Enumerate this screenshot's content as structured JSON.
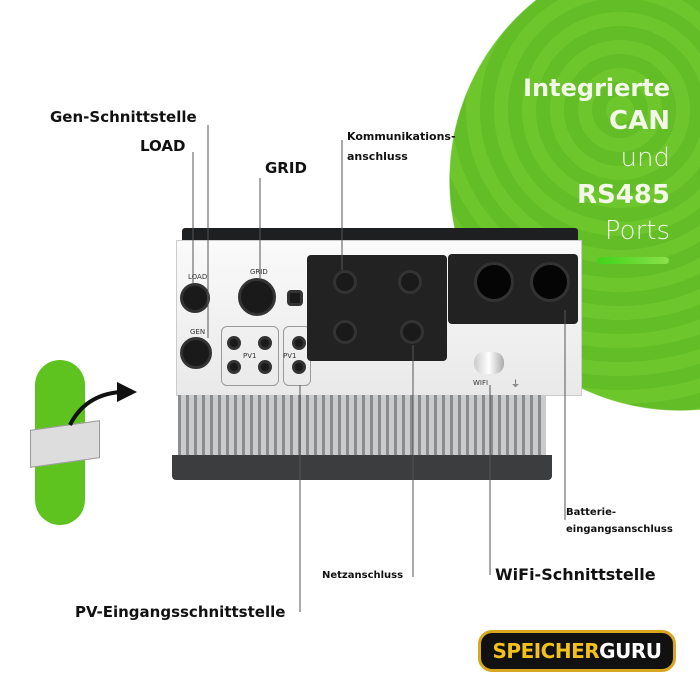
{
  "headline": {
    "line1": "Integrierte",
    "line2": "CAN",
    "line3": "und",
    "line4": "RS485",
    "line5": "Ports"
  },
  "callouts": {
    "gen": "Gen-Schnittstelle",
    "load": "LOAD",
    "grid": "GRID",
    "comm_line1": "Kommunikations-",
    "comm_line2": "anschluss",
    "battery_line1": "Batterie-",
    "battery_line2": "eingangsanschluss",
    "netz": "Netzanschluss",
    "wifi": "WiFi-Schnittstelle",
    "pv": "PV-Eingangsschnittstelle"
  },
  "device_labels": {
    "load": "LOAD",
    "grid": "GRID",
    "gen": "GEN",
    "pv1_a": "PV1",
    "pv1_b": "PV1",
    "wifi": "WIFI"
  },
  "logo": {
    "part1": "SPEICHER",
    "part2": "GURU"
  },
  "colors": {
    "brand_green": "#62bd26",
    "logo_yellow": "#f2c21b",
    "logo_border": "#d9a620"
  }
}
